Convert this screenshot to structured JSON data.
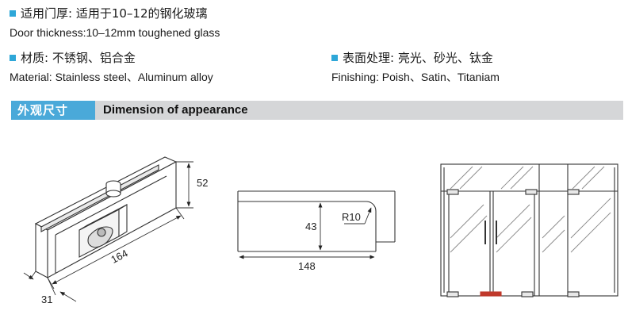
{
  "specs": {
    "door_thickness": {
      "cn": "适用门厚: 适用于10–12的钢化玻璃",
      "en": "Door thickness:10–12mm toughened glass"
    },
    "material": {
      "cn": "材质: 不锈钢、铝合金",
      "en": "Material: Stainless steel、Aluminum alloy"
    },
    "finishing": {
      "cn": "表面处理: 亮光、砂光、钛金",
      "en": "Finishing: Poish、Satin、Titaniam"
    }
  },
  "section": {
    "cn": "外观尺寸",
    "en": "Dimension of appearance"
  },
  "dimensions": {
    "fitting_height": "52",
    "fitting_length": "164",
    "fitting_width": "31",
    "profile_height": "43",
    "profile_length": "148",
    "profile_radius": "R10"
  },
  "colors": {
    "accent": "#4aa9d9",
    "banner": "#d5d6d8",
    "marker": "#c0392b"
  }
}
